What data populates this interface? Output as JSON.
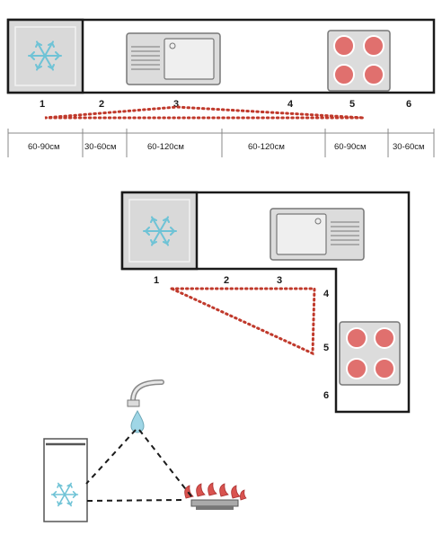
{
  "linear_layout": {
    "positions": [
      "1",
      "2",
      "3",
      "4",
      "5",
      "6"
    ],
    "dimensions": [
      "60-90см",
      "30-60см",
      "60-120см",
      "60-120см",
      "60-90см",
      "30-60см"
    ]
  },
  "l_layout": {
    "positions": [
      "1",
      "2",
      "3",
      "4",
      "5",
      "6"
    ]
  },
  "icons": {
    "fridge": "snowflake-icon",
    "sink": "sink-icon",
    "hob": "cooktop-icon",
    "tap": "faucet-icon",
    "stove": "gas-burner-icon"
  },
  "colors": {
    "outline": "#1a1a1a",
    "fridge_fill": "#d9d9d9",
    "snowflake": "#6fc3d6",
    "sink_fill": "#dcdcdc",
    "burner": "#e0706e",
    "triangle_dots": "#c0392b",
    "flame": "#d9534f"
  }
}
